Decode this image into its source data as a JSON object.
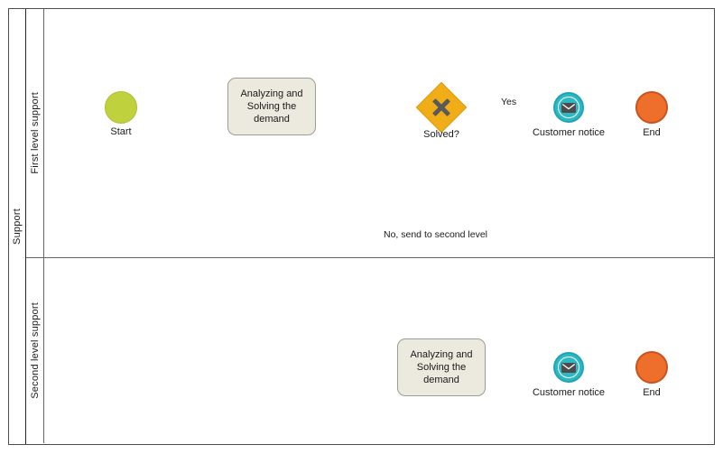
{
  "diagram": {
    "type": "bpmn-process",
    "pool": {
      "name": "Support"
    },
    "lanes": [
      {
        "id": "lane1",
        "name": "First level support"
      },
      {
        "id": "lane2",
        "name": "Second level support"
      }
    ],
    "colors": {
      "start_event": "#c0d13e",
      "end_event": "#ee6e2c",
      "message_event": "#2eb8c4",
      "gateway": "#f0ad18",
      "task_fill": "#ece9de",
      "task_border": "#9d9d94",
      "connector": "#404040",
      "gateway_marker": "#595959",
      "pool_border": "#4d4d4d",
      "lane_border": "#666666"
    },
    "nodes": {
      "lane1_start": {
        "label": "Start",
        "kind": "start-event"
      },
      "lane1_task": {
        "label": "Analyzing and Solving the demand",
        "kind": "task"
      },
      "lane1_gateway": {
        "label": "Solved?",
        "kind": "exclusive-gateway",
        "marker": "x-marker"
      },
      "lane1_notice": {
        "label": "Customer notice",
        "kind": "message-intermediate-event",
        "marker": "envelope-icon"
      },
      "lane1_end": {
        "label": "End",
        "kind": "end-event"
      },
      "lane2_task": {
        "label": "Analyzing and Solving the demand",
        "kind": "task"
      },
      "lane2_notice": {
        "label": "Customer notice",
        "kind": "message-intermediate-event",
        "marker": "envelope-icon"
      },
      "lane2_end": {
        "label": "End",
        "kind": "end-event"
      }
    },
    "flows": {
      "yes": {
        "label": "Yes"
      },
      "no": {
        "label": "No, send to second level"
      }
    }
  }
}
